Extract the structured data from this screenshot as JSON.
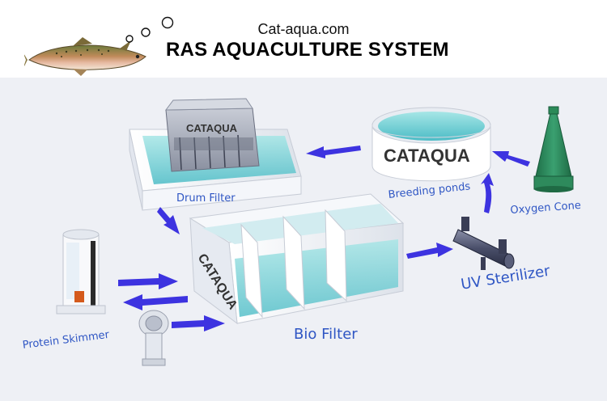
{
  "header": {
    "site": "Cat-aqua.com",
    "title": "RAS AQUACULTURE SYSTEM"
  },
  "brand": "CATAQUA",
  "components": {
    "drum_filter": "Drum Filter",
    "breeding_ponds": "Breeding ponds",
    "oxygen_cone": "Oxygen Cone",
    "uv_sterilizer": "UV Sterilizer",
    "bio_filter": "Bio Filter",
    "protein_skimmer": "Protein Skimmer"
  },
  "colors": {
    "label": "#2f56c4",
    "arrow": "#3d33e0",
    "water": "#7fd6d8",
    "equipment": "#2e8a5c",
    "background": "#eef0f5"
  }
}
